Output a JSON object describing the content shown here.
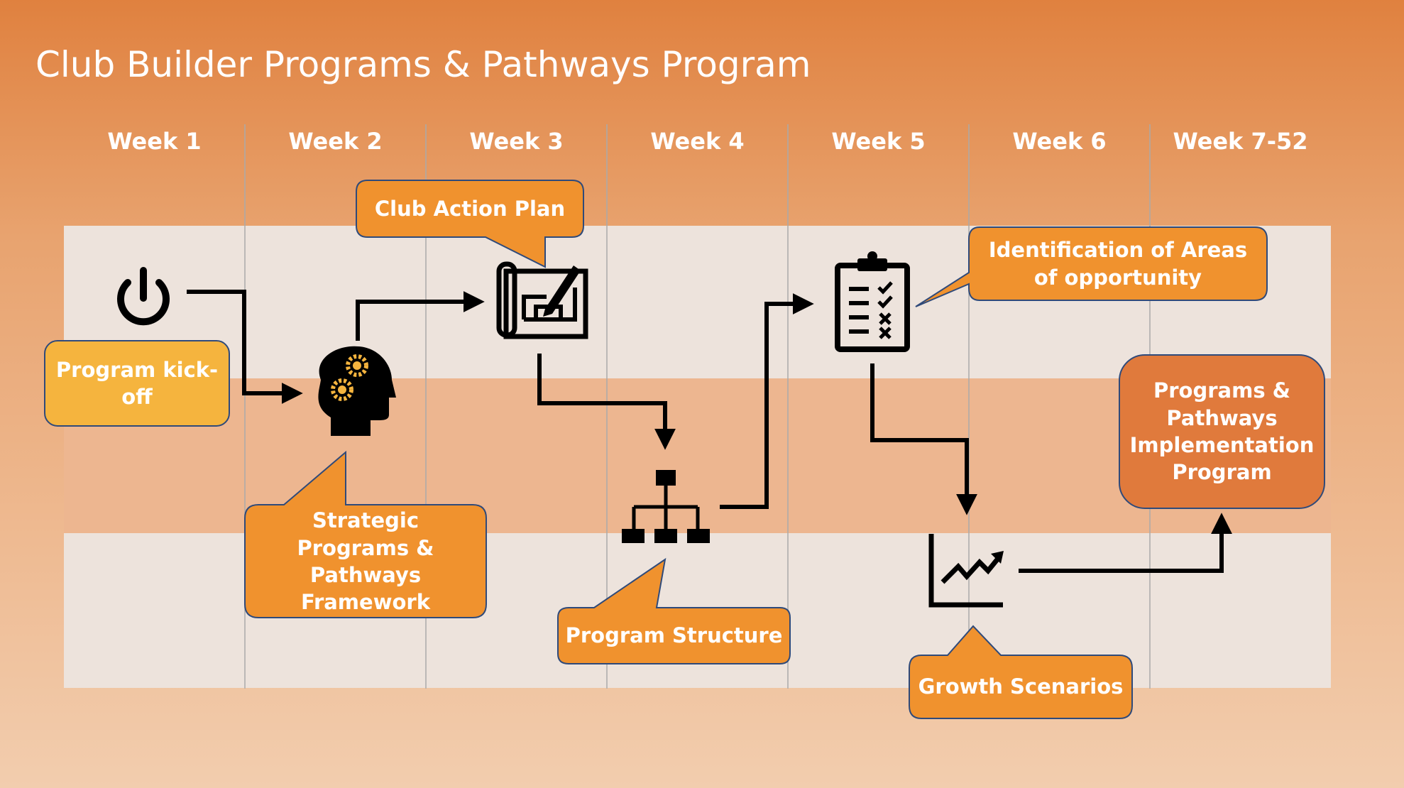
{
  "title": "Club Builder Programs & Pathways Program",
  "weeks": [
    "Week 1",
    "Week 2",
    "Week 3",
    "Week 4",
    "Week 5",
    "Week 6",
    "Week 7-52"
  ],
  "callouts": {
    "kickoff": "Program kick-off",
    "framework": "Strategic Programs & Pathways Framework",
    "action_plan": "Club Action Plan",
    "structure": "Program Structure",
    "opportunity": "Identification of Areas of opportunity",
    "growth": "Growth Scenarios",
    "implementation": "Programs & Pathways Implementation Program"
  },
  "colors": {
    "callout_orange": "#F0922E",
    "callout_yellow": "#F5B43E",
    "callout_dark": "#E07A3C",
    "band_light": "#EDE3DC",
    "band_mid": "#EDB690",
    "icon": "#000000"
  },
  "icons": [
    "power-icon",
    "head-gears-icon",
    "blueprint-icon",
    "org-chart-icon",
    "checklist-icon",
    "growth-chart-icon"
  ]
}
